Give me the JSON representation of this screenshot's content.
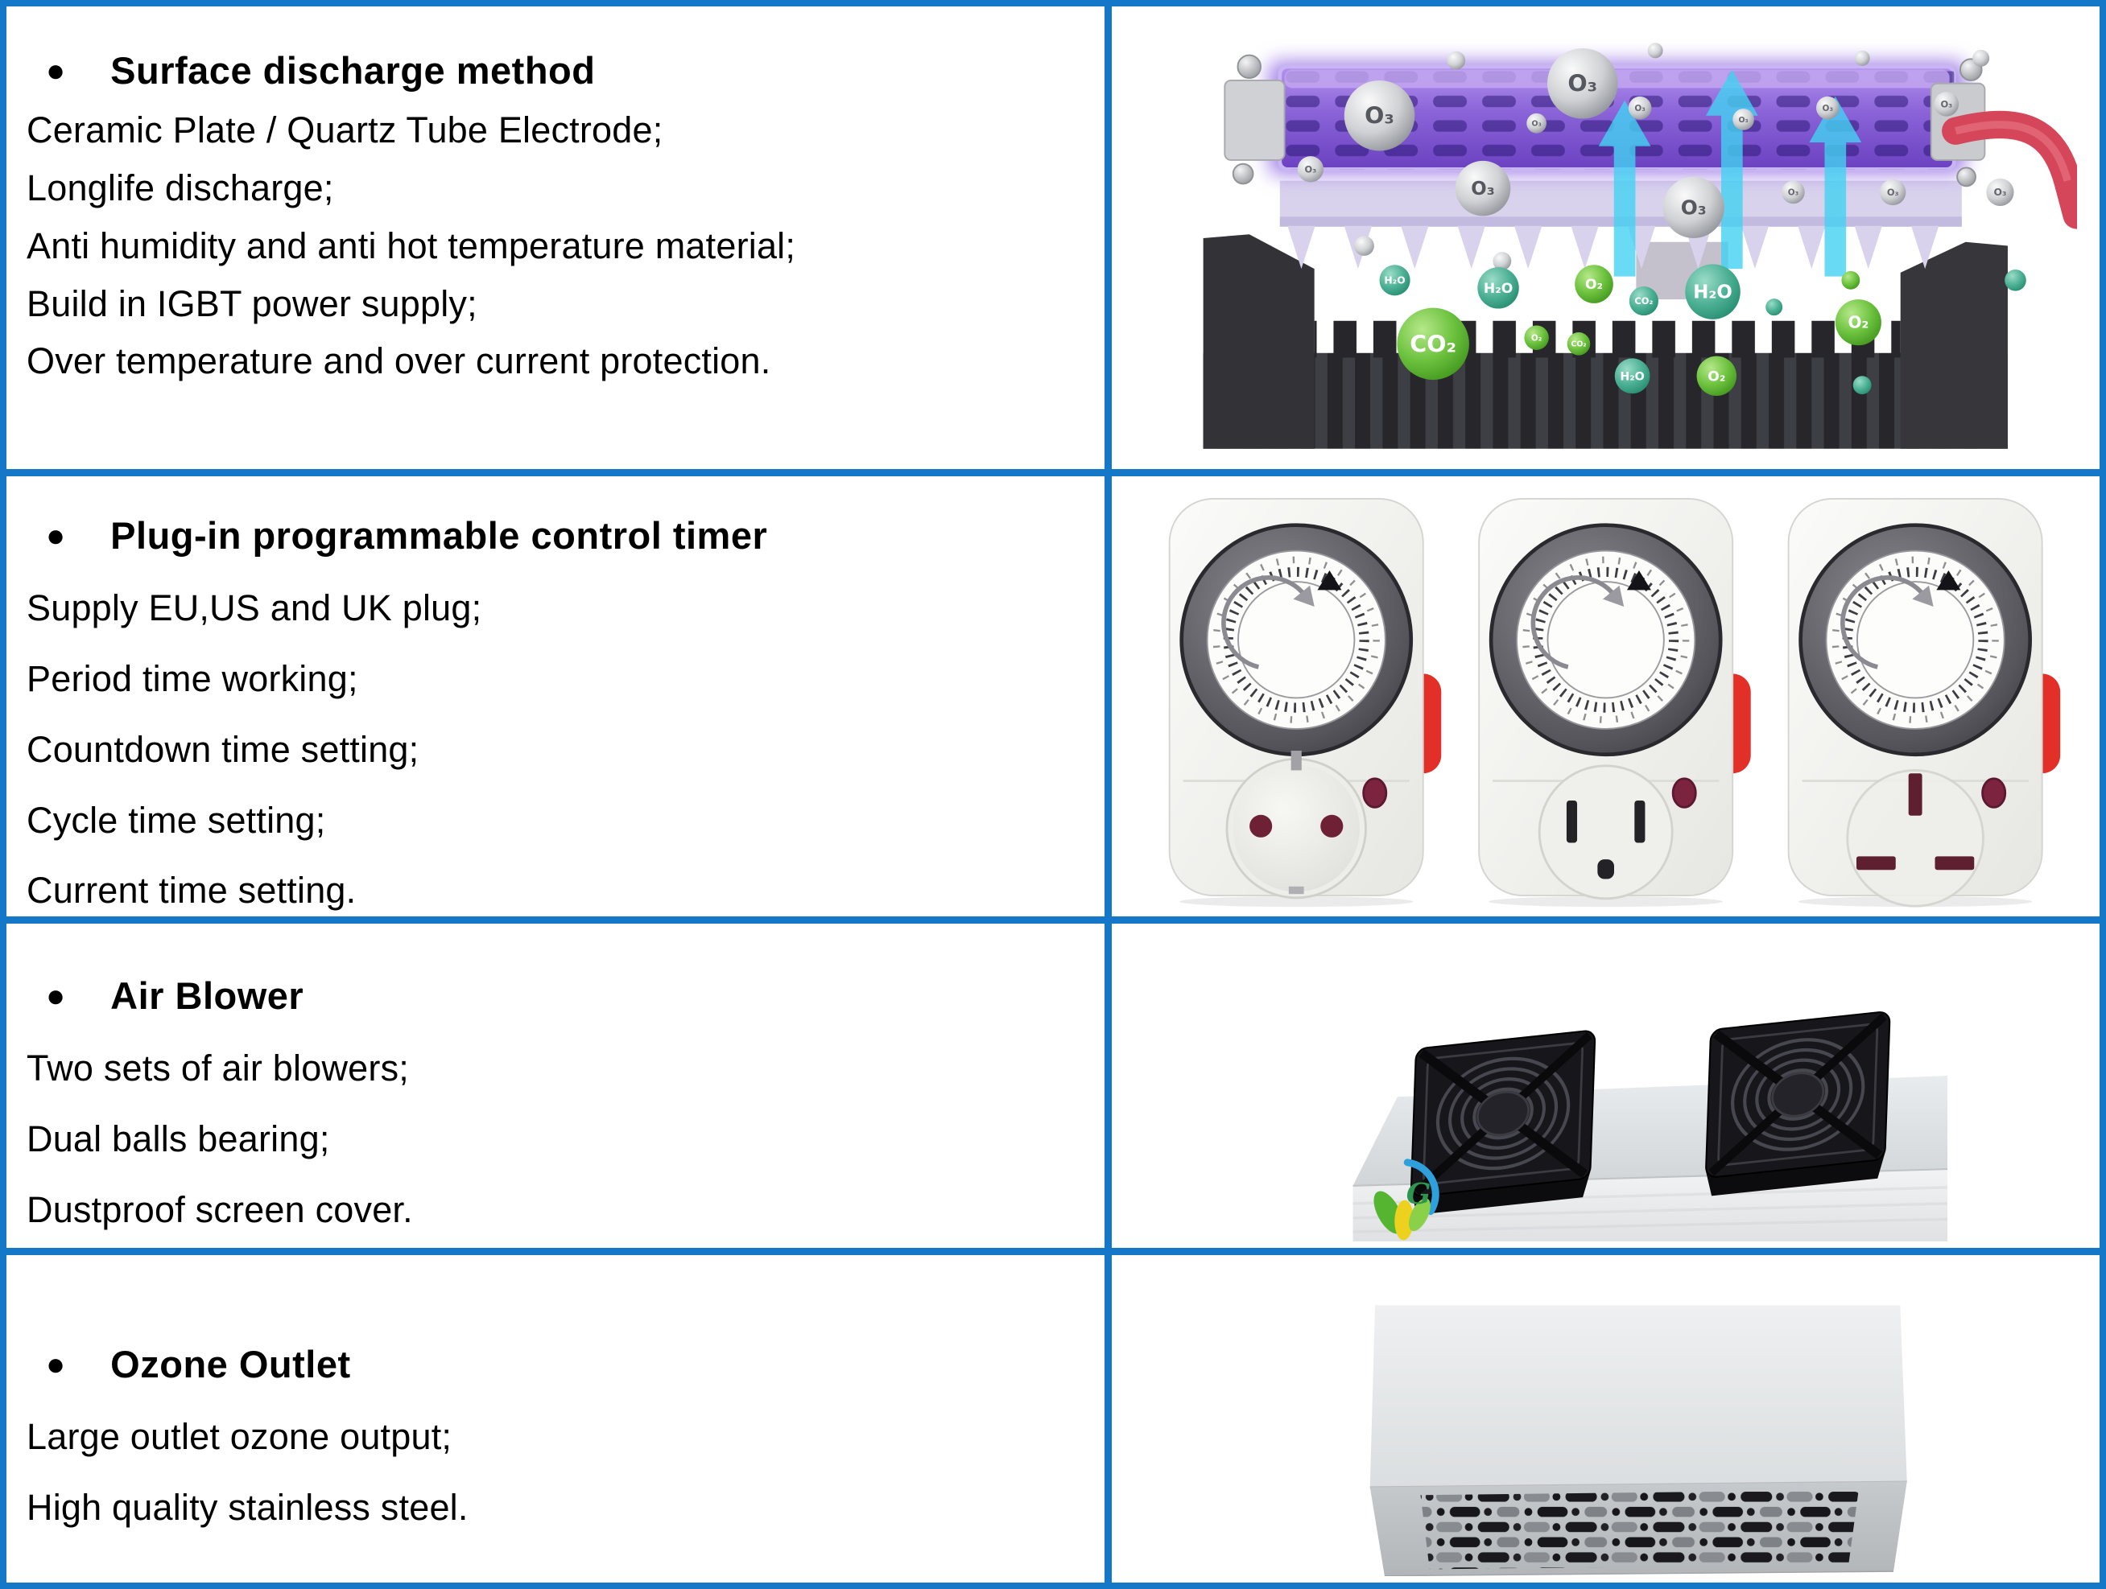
{
  "bullet_glyph": "●",
  "accent_border_color": "#1577c8",
  "rows": [
    {
      "title": "Surface discharge method",
      "lines": [
        "Ceramic Plate / Quartz Tube Electrode;",
        "Longlife discharge;",
        "Anti humidity and anti hot temperature material;",
        "Build in IGBT power supply;",
        "Over temperature and over current protection."
      ]
    },
    {
      "title": "Plug-in programmable control timer",
      "lines": [
        "Supply EU,US and UK plug;",
        "Period time working;",
        "Countdown time setting;",
        "Cycle time setting;",
        "Current time setting."
      ]
    },
    {
      "title": "Air Blower",
      "lines": [
        "Two sets of air blowers;",
        "Dual balls bearing;",
        "Dustproof screen cover."
      ]
    },
    {
      "title": "Ozone Outlet",
      "lines": [
        "Large outlet ozone output;",
        "High quality stainless steel."
      ]
    }
  ],
  "molecules": {
    "o3": "O₃",
    "o2": "O₂",
    "co2": "CO₂",
    "h2o": "H₂O"
  },
  "logo": {
    "letter": "G"
  }
}
